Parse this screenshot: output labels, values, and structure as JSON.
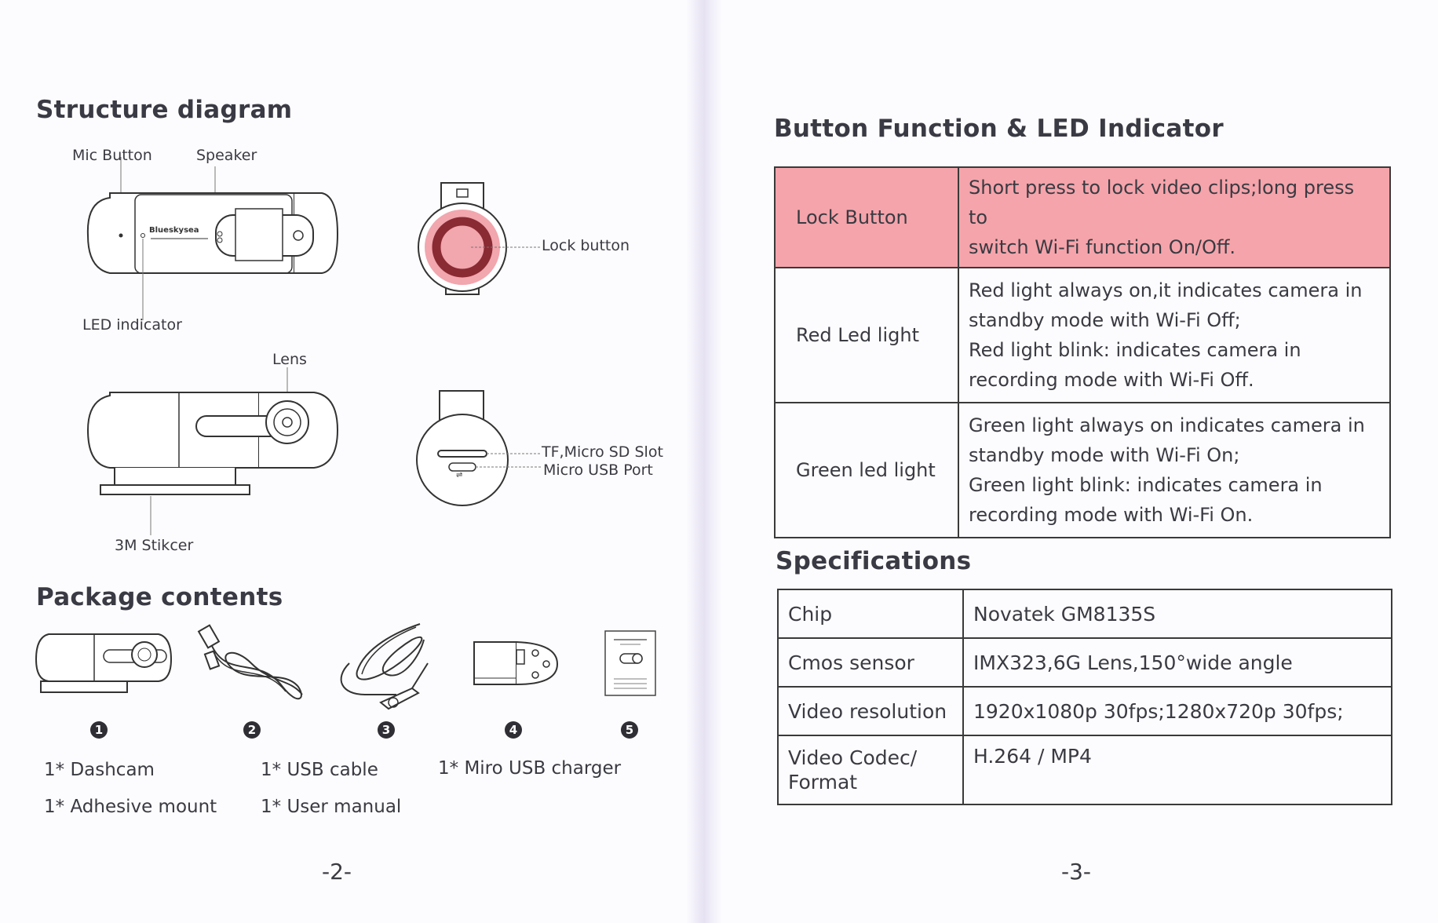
{
  "left": {
    "structure_title": "Structure diagram",
    "labels": {
      "mic_button": "Mic Button",
      "speaker": "Speaker",
      "led_indicator": "LED indicator",
      "lock_button": "Lock button",
      "lens": "Lens",
      "tf_slot": "TF,Micro SD Slot",
      "usb_port": "Micro USB Port",
      "sticker": "3M Stikcer",
      "brand": "Blueskysea"
    },
    "package_title": "Package  contents",
    "package_numbers": [
      "1",
      "2",
      "3",
      "4",
      "5"
    ],
    "package_items": {
      "dashcam": "1* Dashcam",
      "usb_cable": "1* USB cable",
      "charger": "1* Miro USB charger",
      "mount": "1* Adhesive mount",
      "manual": "1* User manual"
    },
    "page_number": "-2-"
  },
  "right": {
    "button_title": "Button Function & LED Indicator",
    "button_rows": [
      {
        "name": "Lock Button",
        "lines": [
          "Short press to lock video clips;long press to",
          "switch Wi-Fi function On/Off."
        ]
      },
      {
        "name": "Red Led light",
        "lines": [
          "Red light always on,it indicates camera in",
          "standby mode with Wi-Fi Off;",
          "Red light blink: indicates camera in",
          "recording mode with Wi-Fi Off."
        ]
      },
      {
        "name": "Green led light",
        "lines": [
          "Green light always on indicates camera in",
          "standby mode with Wi-Fi On;",
          "Green light blink: indicates camera in",
          "recording mode with Wi-Fi On."
        ]
      }
    ],
    "spec_title": "Specifications",
    "spec_rows": [
      {
        "key": "Chip",
        "value": "Novatek GM8135S"
      },
      {
        "key": "Cmos sensor",
        "value": "IMX323,6G Lens,150°wide angle"
      },
      {
        "key": "Video resolution",
        "value": "1920x1080p 30fps;1280x720p 30fps;"
      },
      {
        "key_lines": [
          "Video Codec/",
          "Format"
        ],
        "value": "H.264 / MP4"
      }
    ],
    "page_number": "-3-"
  },
  "colors": {
    "highlight": "#f5a4ab",
    "lock_ring": "#8a2a33",
    "lock_disc": "#f2a6ae"
  }
}
